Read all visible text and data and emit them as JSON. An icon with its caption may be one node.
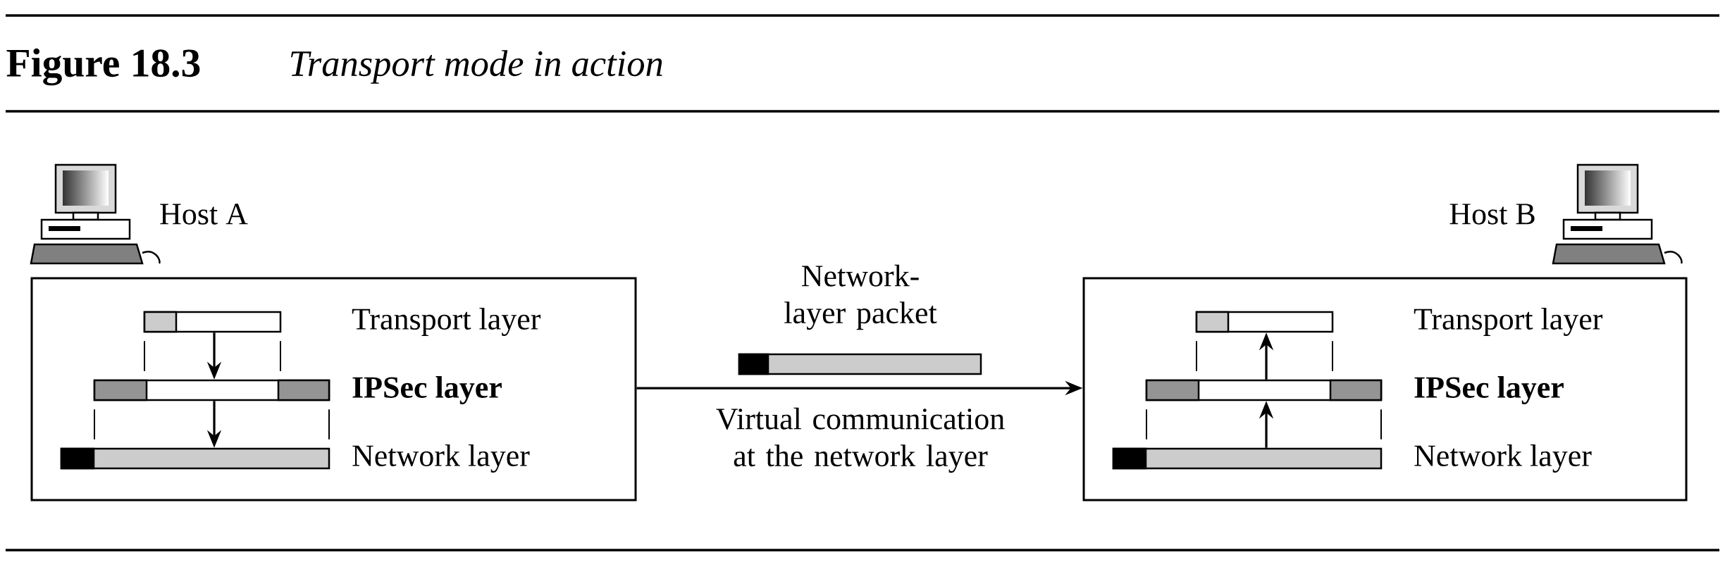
{
  "diagram": {
    "title": "Figure 18.3",
    "caption": "Transport mode in action",
    "nodes": [
      {
        "text": [
          "Host A"
        ]
      },
      {
        "text": [],
        "shape": "bar",
        "in": 0
      },
      {
        "text": [],
        "shape": "bar",
        "in": 0
      },
      {
        "text": [],
        "shape": "bar",
        "in": 0
      },
      {
        "text": [],
        "shape": "bar",
        "beside": [
          "Network-layer packet"
        ]
      },
      {
        "text": [
          "Host B"
        ]
      },
      {
        "text": [],
        "shape": "bar",
        "in": 5
      },
      {
        "text": [],
        "shape": "bar",
        "in": 5
      },
      {
        "text": [],
        "shape": "bar",
        "in": 5
      }
    ],
    "edges": [
      {
        "from": 1,
        "to": 2,
        "arrow": "to"
      },
      {
        "from": 2,
        "to": 3,
        "arrow": "to"
      },
      {
        "from": 0,
        "to": 5,
        "arrow": "to",
        "label": "Virtual communication at the network layer"
      },
      {
        "from": 8,
        "to": 7,
        "arrow": "to"
      },
      {
        "from": 7,
        "to": 6,
        "arrow": "to"
      },
      {
        "from": 1,
        "to": 2,
        "arrow": "none"
      },
      {
        "from": 1,
        "to": 2,
        "arrow": "none"
      },
      {
        "from": 2,
        "to": 3,
        "arrow": "none"
      },
      {
        "from": 2,
        "to": 3,
        "arrow": "none"
      },
      {
        "from": 6,
        "to": 7,
        "arrow": "none"
      },
      {
        "from": 6,
        "to": 7,
        "arrow": "none"
      },
      {
        "from": 7,
        "to": 8,
        "arrow": "none"
      },
      {
        "from": 7,
        "to": 8,
        "arrow": "none"
      }
    ],
    "labels": [
      "Transport layer",
      "IPSec layer",
      "Network layer",
      "Transport layer",
      "IPSec layer",
      "Network layer"
    ]
  }
}
